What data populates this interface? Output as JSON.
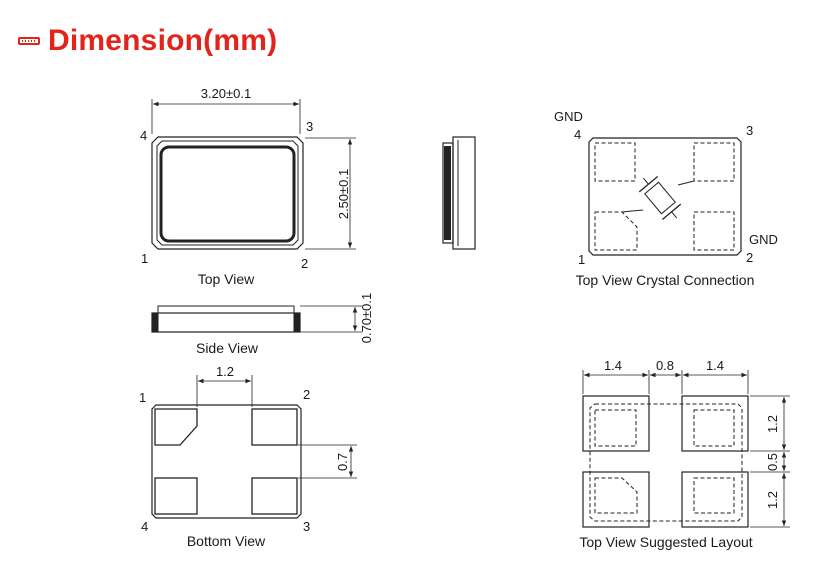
{
  "header": {
    "title": "Dimension(mm)",
    "icon": "ruler-icon",
    "color": "#e2241b"
  },
  "top_view": {
    "width_label": "3.20±0.1",
    "height_label": "2.50±0.1",
    "pins": [
      "1",
      "2",
      "3",
      "4"
    ],
    "caption": "Top View"
  },
  "side_view": {
    "height_label": "0.70±0.1",
    "caption": "Side View"
  },
  "bottom_view": {
    "pitch_label": "1.2",
    "pad_label": "0.7",
    "pins": [
      "1",
      "2",
      "3",
      "4"
    ],
    "caption": "Bottom View"
  },
  "connection_view": {
    "gnd_top": "GND",
    "gnd_bottom": "GND",
    "pins": [
      "1",
      "2",
      "3",
      "4"
    ],
    "caption": "Top View Crystal Connection"
  },
  "layout_view": {
    "dim_pad_w1": "1.4",
    "dim_gap_x": "0.8",
    "dim_pad_w2": "1.4",
    "dim_pad_h1": "1.2",
    "dim_gap_y": "0.5",
    "dim_pad_h2": "1.2",
    "caption": "Top View Suggested Layout"
  }
}
